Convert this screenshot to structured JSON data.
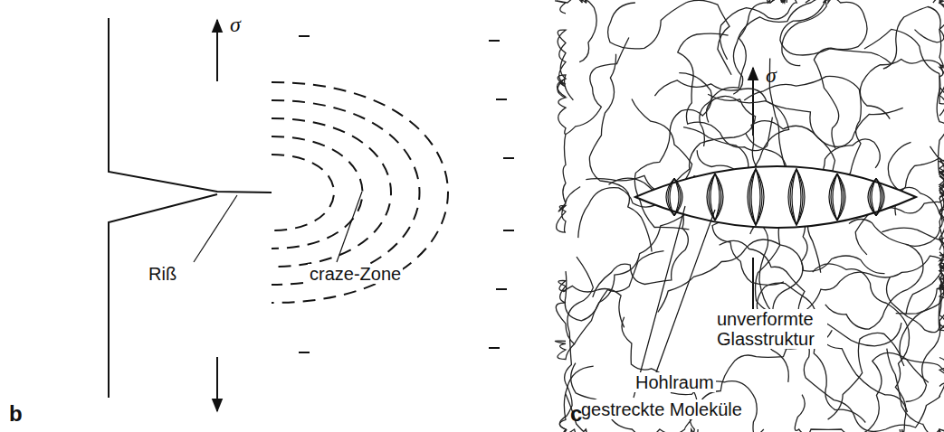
{
  "diagram": {
    "labels": [
      "σ",
      "Riß",
      "craze-Zone",
      "b",
      "σ",
      "unverformte Glasstruktur",
      "Hohlraum",
      "gestreckte Moleküle",
      "c"
    ]
  }
}
